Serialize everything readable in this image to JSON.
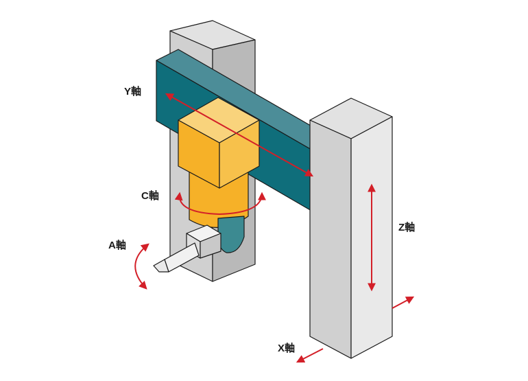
{
  "axes": {
    "x": "X軸",
    "y": "Y軸",
    "z": "Z軸",
    "a": "A軸",
    "c": "C軸"
  },
  "colors": {
    "column_light": "#e2e2e2",
    "column_mid": "#d0d0d0",
    "column_dark": "#b9b9b9",
    "beam_top": "#4c8d98",
    "beam_front": "#0f6e7b",
    "beam_end": "#0b5963",
    "head_top": "#f9d37c",
    "head_face": "#f6b128",
    "head_side": "#f7c14b",
    "arrow": "#d31f28",
    "outline": "#1a1a1a"
  },
  "icons": [
    "double-arrow-icon",
    "rotation-arrow-icon"
  ]
}
